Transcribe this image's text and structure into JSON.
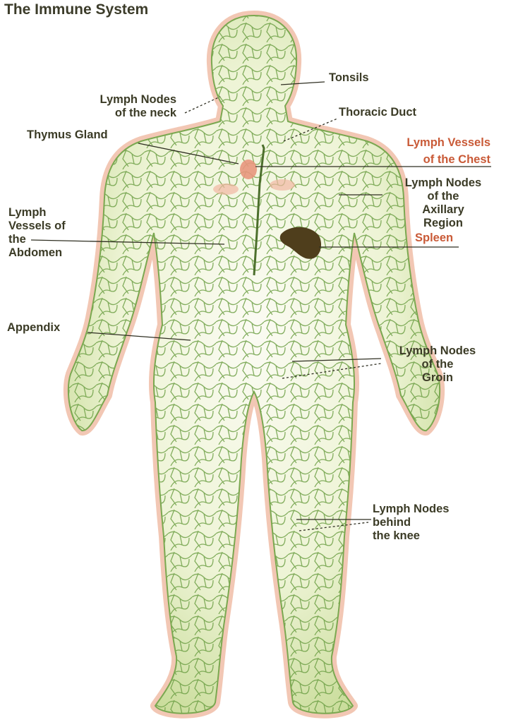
{
  "title": "The Immune System",
  "labels": {
    "tonsils": "Tonsils",
    "neck_line1": "Lymph Nodes",
    "neck_line2": "of the neck",
    "thoracic": "Thoracic Duct",
    "chest_line1": "Lymph Vessels",
    "chest_line2": "of the Chest",
    "thymus": "Thymus Gland",
    "axillary_line1": "Lymph Nodes",
    "axillary_line2": "of the",
    "axillary_line3": "Axillary",
    "axillary_line4": "Region",
    "abdomen_line1": "Lymph",
    "abdomen_line2": "Vessels of",
    "abdomen_line3": "the",
    "abdomen_line4": "Abdomen",
    "spleen": "Spleen",
    "appendix": "Appendix",
    "groin_line1": "Lymph Nodes",
    "groin_line2": "of the",
    "groin_line3": "Groin",
    "knee_line1": "Lymph Nodes",
    "knee_line2": "behind",
    "knee_line3": "the knee"
  },
  "colors": {
    "label_text": "#3b3b26",
    "highlight_label": "#c95a37",
    "vessel_green": "#5f9a3c",
    "body_fill": "#e8f0c8",
    "body_glow": "#f3c9b5",
    "spleen": "#4f3e1c"
  }
}
